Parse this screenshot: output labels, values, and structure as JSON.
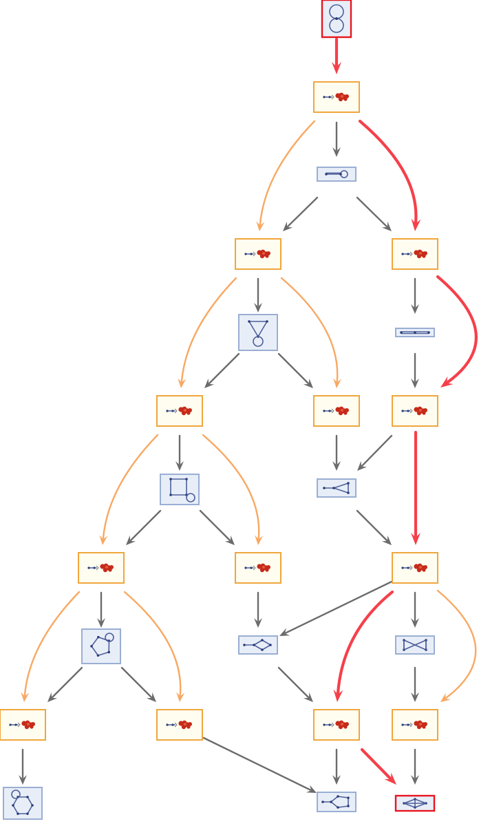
{
  "colors": {
    "gray_edge": "#6b6b6b",
    "orange_edge": "#f8a862",
    "red_edge": "#f5404a",
    "state_fill": "#fffdf0",
    "state_border": "#f0a63c",
    "graph_fill": "#e8eef8",
    "graph_border": "#9aaed3",
    "graph_ink": "#2c3c78",
    "highlight_border": "#e8141e",
    "red_ink": "#c62a1a"
  },
  "nodes": [
    {
      "id": "g_start",
      "kind": "graph",
      "icon": "figure-eight-graph-icon",
      "highlight": true
    },
    {
      "id": "s1",
      "kind": "state",
      "icon": "state-icon"
    },
    {
      "id": "g1",
      "kind": "graph",
      "icon": "line-loop-graph-icon"
    },
    {
      "id": "s2a",
      "kind": "state",
      "icon": "state-icon"
    },
    {
      "id": "s2b",
      "kind": "state",
      "icon": "state-icon"
    },
    {
      "id": "g2a",
      "kind": "graph",
      "icon": "triangle-loop-graph-icon"
    },
    {
      "id": "g2b",
      "kind": "graph",
      "icon": "double-line-graph-icon"
    },
    {
      "id": "s3a",
      "kind": "state",
      "icon": "state-icon"
    },
    {
      "id": "s3b",
      "kind": "state",
      "icon": "state-icon"
    },
    {
      "id": "s3c",
      "kind": "state",
      "icon": "state-icon"
    },
    {
      "id": "g3a",
      "kind": "graph",
      "icon": "square-loop-graph-icon"
    },
    {
      "id": "g3b",
      "kind": "graph",
      "icon": "line-triangle-graph-icon"
    },
    {
      "id": "s4a",
      "kind": "state",
      "icon": "state-icon"
    },
    {
      "id": "s4b",
      "kind": "state",
      "icon": "state-icon"
    },
    {
      "id": "s4c",
      "kind": "state",
      "icon": "state-icon"
    },
    {
      "id": "g4a",
      "kind": "graph",
      "icon": "pentagon-loop-graph-icon"
    },
    {
      "id": "g4b",
      "kind": "graph",
      "icon": "line-diamond-graph-icon"
    },
    {
      "id": "g4c",
      "kind": "graph",
      "icon": "bowtie-graph-icon"
    },
    {
      "id": "s5a",
      "kind": "state",
      "icon": "state-icon"
    },
    {
      "id": "s5b",
      "kind": "state",
      "icon": "state-icon"
    },
    {
      "id": "s5c",
      "kind": "state",
      "icon": "state-icon"
    },
    {
      "id": "s5d",
      "kind": "state",
      "icon": "state-icon"
    },
    {
      "id": "g5a",
      "kind": "graph",
      "icon": "hexagon-loop-graph-icon"
    },
    {
      "id": "g5b",
      "kind": "graph",
      "icon": "line-pentagon-graph-icon"
    },
    {
      "id": "g_end",
      "kind": "graph",
      "icon": "bowtie-line-graph-icon",
      "highlight": true
    }
  ],
  "edges": [
    {
      "from": "g_start",
      "to": "s1",
      "style": "red"
    },
    {
      "from": "s1",
      "to": "g1",
      "style": "gray"
    },
    {
      "from": "s1",
      "to": "s2a",
      "style": "orange"
    },
    {
      "from": "s1",
      "to": "s2b",
      "style": "red"
    },
    {
      "from": "g1",
      "to": "s2a",
      "style": "gray"
    },
    {
      "from": "g1",
      "to": "s2b",
      "style": "gray"
    },
    {
      "from": "s2a",
      "to": "g2a",
      "style": "gray"
    },
    {
      "from": "s2a",
      "to": "s3a",
      "style": "orange"
    },
    {
      "from": "s2a",
      "to": "s3b",
      "style": "orange"
    },
    {
      "from": "g2a",
      "to": "s3a",
      "style": "gray"
    },
    {
      "from": "g2a",
      "to": "s3b",
      "style": "gray"
    },
    {
      "from": "s2b",
      "to": "g2b",
      "style": "gray"
    },
    {
      "from": "s2b",
      "to": "s3c",
      "style": "red"
    },
    {
      "from": "g2b",
      "to": "s3c",
      "style": "gray"
    },
    {
      "from": "s3a",
      "to": "g3a",
      "style": "gray"
    },
    {
      "from": "s3a",
      "to": "s4a",
      "style": "orange"
    },
    {
      "from": "s3a",
      "to": "s4b",
      "style": "orange"
    },
    {
      "from": "g3a",
      "to": "s4a",
      "style": "gray"
    },
    {
      "from": "g3a",
      "to": "s4b",
      "style": "gray"
    },
    {
      "from": "s3b",
      "to": "g3b",
      "style": "gray"
    },
    {
      "from": "s3c",
      "to": "g3b",
      "style": "gray"
    },
    {
      "from": "g3b",
      "to": "s4c",
      "style": "gray"
    },
    {
      "from": "s3c",
      "to": "s4c",
      "style": "red"
    },
    {
      "from": "s4a",
      "to": "g4a",
      "style": "gray"
    },
    {
      "from": "s4a",
      "to": "s5a",
      "style": "orange"
    },
    {
      "from": "s4a",
      "to": "s5b",
      "style": "orange"
    },
    {
      "from": "g4a",
      "to": "s5a",
      "style": "gray"
    },
    {
      "from": "g4a",
      "to": "s5b",
      "style": "gray"
    },
    {
      "from": "s4b",
      "to": "g4b",
      "style": "gray"
    },
    {
      "from": "s4c",
      "to": "g4b",
      "style": "gray"
    },
    {
      "from": "g4b",
      "to": "s5c",
      "style": "gray"
    },
    {
      "from": "s4c",
      "to": "s5c",
      "style": "red"
    },
    {
      "from": "s4c",
      "to": "g4c",
      "style": "gray"
    },
    {
      "from": "s4c",
      "to": "s5d",
      "style": "orange"
    },
    {
      "from": "g4c",
      "to": "s5d",
      "style": "gray"
    },
    {
      "from": "s5a",
      "to": "g5a",
      "style": "gray"
    },
    {
      "from": "s5b",
      "to": "g5b",
      "style": "gray"
    },
    {
      "from": "s5c",
      "to": "g5b",
      "style": "gray"
    },
    {
      "from": "s5c",
      "to": "g_end",
      "style": "red"
    },
    {
      "from": "s5d",
      "to": "g_end",
      "style": "gray"
    }
  ]
}
